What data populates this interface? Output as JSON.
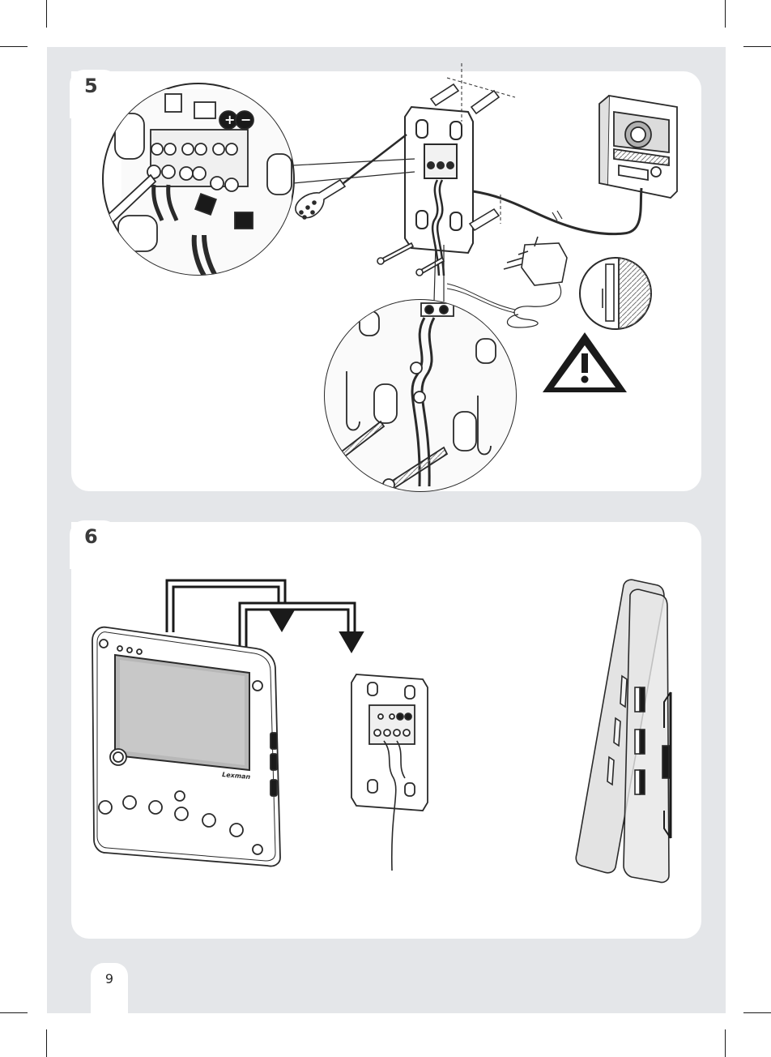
{
  "steps": [
    {
      "number": "5"
    },
    {
      "number": "6"
    }
  ],
  "monitor": {
    "brand": "Lexman"
  },
  "page": {
    "number": "9"
  },
  "icons": [
    "screwdriver-icon",
    "warning-triangle-icon",
    "power-adapter-icon",
    "door-station-icon",
    "screw-icon",
    "wall-plug-icon",
    "mounting-arrow-icon"
  ],
  "colors": {
    "sheet": "#e4e6e9",
    "panel": "#ffffff",
    "line": "#2a2a2a",
    "screen": "#b8b8b8"
  }
}
